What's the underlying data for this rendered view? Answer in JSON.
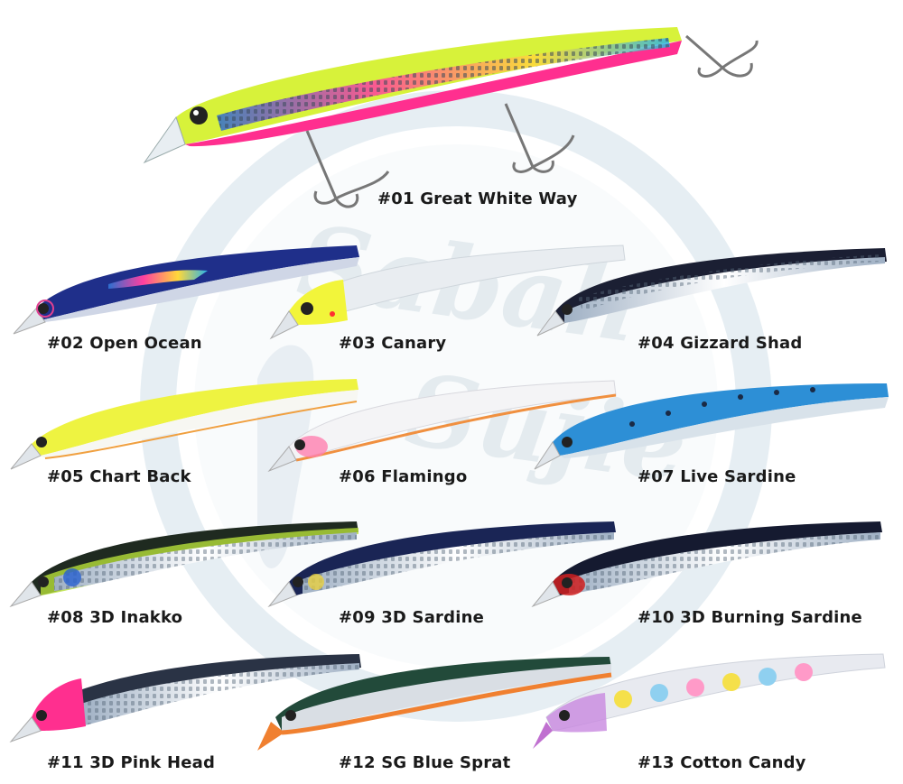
{
  "watermark": {
    "line1": "Sabah",
    "line2": "Sujie"
  },
  "lures": [
    {
      "label": "#01 Great White Way"
    },
    {
      "label": "#02 Open Ocean"
    },
    {
      "label": "#03 Canary"
    },
    {
      "label": "#04 Gizzard Shad"
    },
    {
      "label": "#05 Chart Back"
    },
    {
      "label": "#06 Flamingo"
    },
    {
      "label": "#07 Live Sardine"
    },
    {
      "label": "#08 3D Inakko"
    },
    {
      "label": "#09 3D Sardine"
    },
    {
      "label": "#10 3D Burning Sardine"
    },
    {
      "label": "#11 3D Pink Head"
    },
    {
      "label": "#12 SG Blue Sprat"
    },
    {
      "label": "#13 Cotton Candy"
    }
  ],
  "colors": {
    "watermark_ring": "#dfe8ee",
    "label_text": "#1a1a1a"
  }
}
